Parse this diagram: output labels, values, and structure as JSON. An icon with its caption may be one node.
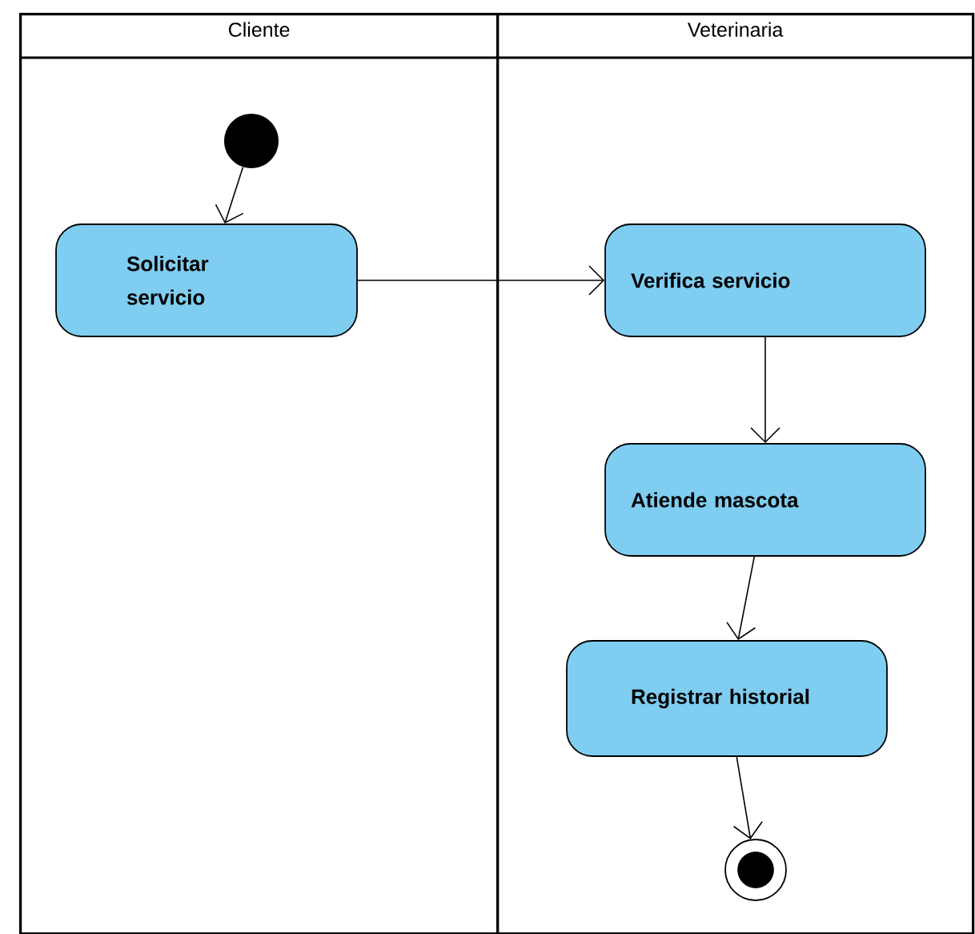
{
  "diagram": {
    "nodes": [
      {
        "text": [
          "Cliente"
        ]
      },
      {
        "text": [
          "Veterinaria"
        ]
      },
      {
        "text": [],
        "shape": "circle",
        "in": 0
      },
      {
        "text": [
          "Solicitar servicio"
        ],
        "in": 0
      },
      {
        "text": [
          "Verifica servicio"
        ],
        "in": 1
      },
      {
        "text": [
          "Atiende mascota"
        ],
        "in": 1
      },
      {
        "text": [
          "Registrar historial"
        ],
        "in": 1
      },
      {
        "text": [],
        "shape": "bullseye",
        "in": 1
      }
    ],
    "edges": [
      {
        "from": 2,
        "to": 3,
        "arrow": "to"
      },
      {
        "from": 3,
        "to": 4,
        "arrow": "to"
      },
      {
        "from": 4,
        "to": 5,
        "arrow": "to"
      },
      {
        "from": 5,
        "to": 6,
        "arrow": "to"
      },
      {
        "from": 6,
        "to": 7,
        "arrow": "to"
      }
    ]
  }
}
